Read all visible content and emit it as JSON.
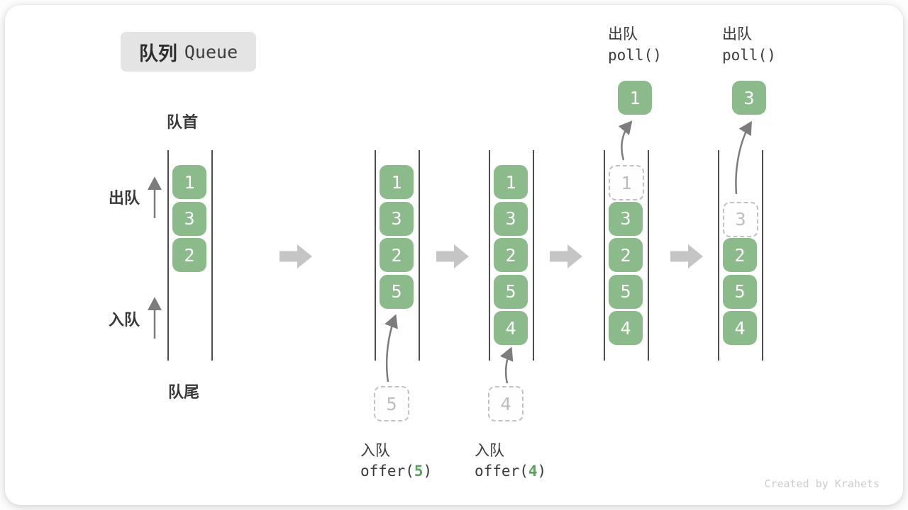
{
  "title": {
    "zh": "队列",
    "en": "Queue"
  },
  "labels": {
    "front": "队首",
    "rear": "队尾",
    "dequeue_side": "出队",
    "enqueue_side": "入队"
  },
  "watermark": "Created by Krahets",
  "colors": {
    "box_green": "#8bba8b",
    "code_arg_green": "#5d9f5d",
    "ghost_gray": "#c2c2c2",
    "block_arrow_gray": "#c5c5c5",
    "thin_arrow_gray": "#7c7c7c",
    "channel_line": "#4d4d4d",
    "title_bg": "#e4e4e4",
    "text_dark": "#3a3a3a"
  },
  "queues": [
    {
      "name": "initial",
      "items": [
        {
          "v": "1",
          "state": "solid"
        },
        {
          "v": "3",
          "state": "solid"
        },
        {
          "v": "2",
          "state": "solid"
        }
      ]
    },
    {
      "name": "after-offer-5",
      "items": [
        {
          "v": "1",
          "state": "solid"
        },
        {
          "v": "3",
          "state": "solid"
        },
        {
          "v": "2",
          "state": "solid"
        },
        {
          "v": "5",
          "state": "solid"
        }
      ],
      "incoming": {
        "v": "5"
      },
      "op": {
        "kind": "enqueue",
        "label": "入队",
        "code_pre": "offer(",
        "code_arg": "5",
        "code_post": ")"
      }
    },
    {
      "name": "after-offer-4",
      "items": [
        {
          "v": "1",
          "state": "solid"
        },
        {
          "v": "3",
          "state": "solid"
        },
        {
          "v": "2",
          "state": "solid"
        },
        {
          "v": "5",
          "state": "solid"
        },
        {
          "v": "4",
          "state": "solid"
        }
      ],
      "incoming": {
        "v": "4"
      },
      "op": {
        "kind": "enqueue",
        "label": "入队",
        "code_pre": "offer(",
        "code_arg": "4",
        "code_post": ")"
      }
    },
    {
      "name": "after-poll-1",
      "items": [
        {
          "v": "1",
          "state": "ghost"
        },
        {
          "v": "3",
          "state": "solid"
        },
        {
          "v": "2",
          "state": "solid"
        },
        {
          "v": "5",
          "state": "solid"
        },
        {
          "v": "4",
          "state": "solid"
        }
      ],
      "outgoing": {
        "v": "1"
      },
      "op": {
        "kind": "dequeue",
        "label": "出队",
        "code": "poll()"
      }
    },
    {
      "name": "after-poll-3",
      "items": [
        {
          "state": "empty"
        },
        {
          "v": "3",
          "state": "ghost"
        },
        {
          "v": "2",
          "state": "solid"
        },
        {
          "v": "5",
          "state": "solid"
        },
        {
          "v": "4",
          "state": "solid"
        }
      ],
      "outgoing": {
        "v": "3"
      },
      "op": {
        "kind": "dequeue",
        "label": "出队",
        "code": "poll()"
      }
    }
  ]
}
